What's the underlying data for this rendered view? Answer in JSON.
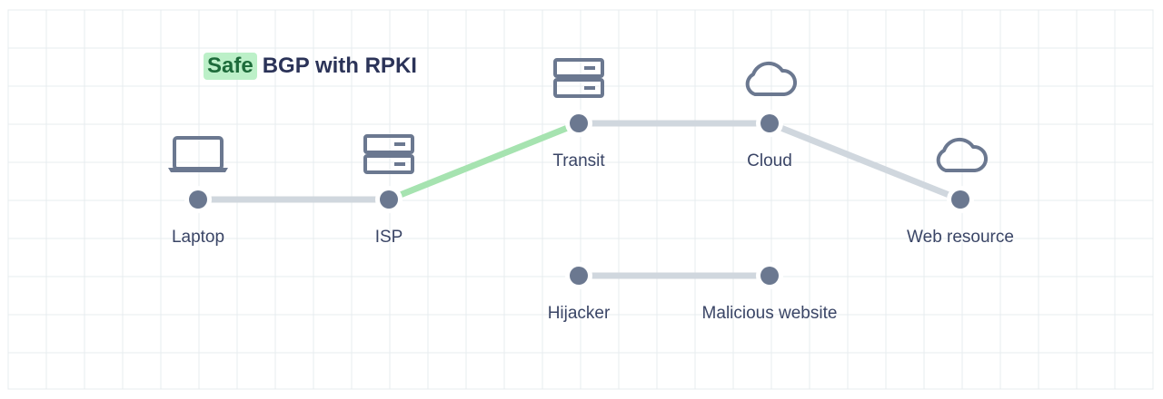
{
  "title": {
    "highlight": "Safe",
    "text": "BGP with RPKI"
  },
  "colors": {
    "grid": "#e7ecef",
    "node": "#6b7890",
    "icon": "#6b7890",
    "link": "#d0d7de",
    "safe_link": "#a6e3b0",
    "title": "#2b3358",
    "highlight_bg": "#bcf0c8",
    "highlight_text": "#1d6b3a",
    "label": "#3a4566"
  },
  "nodes": [
    {
      "id": "laptop",
      "label": "Laptop",
      "icon": "laptop-icon"
    },
    {
      "id": "isp",
      "label": "ISP",
      "icon": "server-icon"
    },
    {
      "id": "transit",
      "label": "Transit",
      "icon": "server-icon"
    },
    {
      "id": "cloud",
      "label": "Cloud",
      "icon": "cloud-icon"
    },
    {
      "id": "web",
      "label": "Web resource",
      "icon": "cloud-icon"
    },
    {
      "id": "hijacker",
      "label": "Hijacker",
      "icon": ""
    },
    {
      "id": "malicious",
      "label": "Malicious website",
      "icon": ""
    }
  ],
  "links": [
    {
      "from": "laptop",
      "to": "isp",
      "style": "normal"
    },
    {
      "from": "isp",
      "to": "transit",
      "style": "safe"
    },
    {
      "from": "transit",
      "to": "cloud",
      "style": "normal"
    },
    {
      "from": "cloud",
      "to": "web",
      "style": "normal"
    },
    {
      "from": "hijacker",
      "to": "malicious",
      "style": "normal"
    }
  ]
}
